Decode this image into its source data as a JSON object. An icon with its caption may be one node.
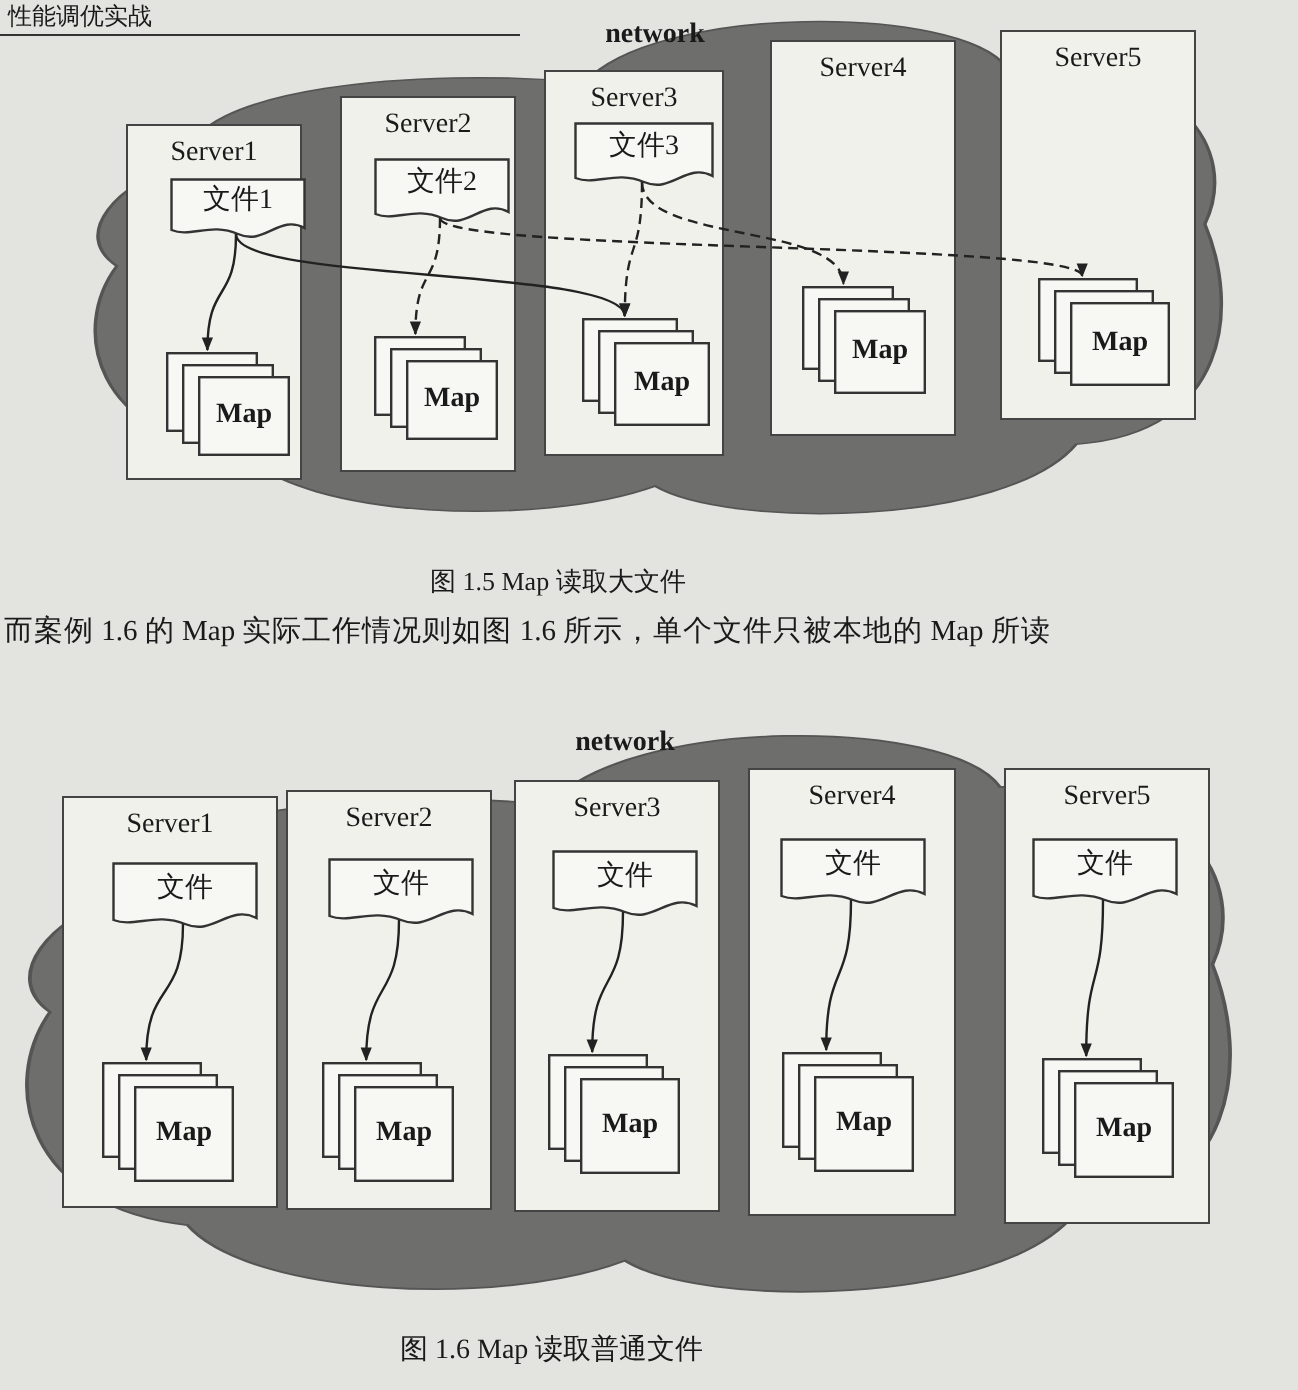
{
  "diagram": {
    "nodes": [
      {
        "text": [
          "network"
        ]
      },
      {
        "text": [
          "Server1"
        ],
        "in": 0
      },
      {
        "text": [
          "Server2"
        ],
        "in": 0
      },
      {
        "text": [
          "Server3"
        ],
        "in": 0
      },
      {
        "text": [
          "Server4"
        ],
        "in": 0
      },
      {
        "text": [
          "Server5"
        ],
        "in": 0
      },
      {
        "text": [
          "文件1"
        ],
        "in": 1
      },
      {
        "text": [
          "Map"
        ],
        "in": 1
      },
      {
        "text": [
          "文件2"
        ],
        "in": 2
      },
      {
        "text": [
          "Map"
        ],
        "in": 2
      },
      {
        "text": [
          "文件3"
        ],
        "in": 3
      },
      {
        "text": [
          "Map"
        ],
        "in": 3
      },
      {
        "text": [
          "Map"
        ],
        "in": 4
      },
      {
        "text": [
          "Map"
        ],
        "in": 5
      },
      {
        "text": [
          "network"
        ]
      },
      {
        "text": [
          "Server1"
        ],
        "in": 14
      },
      {
        "text": [
          "Server2"
        ],
        "in": 14
      },
      {
        "text": [
          "Server3"
        ],
        "in": 14
      },
      {
        "text": [
          "Server4"
        ],
        "in": 14
      },
      {
        "text": [
          "Server5"
        ],
        "in": 14
      },
      {
        "text": [
          "文件"
        ],
        "in": 15
      },
      {
        "text": [
          "Map"
        ],
        "in": 15
      },
      {
        "text": [
          "文件"
        ],
        "in": 16
      },
      {
        "text": [
          "Map"
        ],
        "in": 16
      },
      {
        "text": [
          "文件"
        ],
        "in": 17
      },
      {
        "text": [
          "Map"
        ],
        "in": 17
      },
      {
        "text": [
          "文件"
        ],
        "in": 18
      },
      {
        "text": [
          "Map"
        ],
        "in": 18
      },
      {
        "text": [
          "文件"
        ],
        "in": 19
      },
      {
        "text": [
          "Map"
        ],
        "in": 19
      }
    ],
    "edges": [
      {
        "from": 6,
        "to": 7,
        "arrow": "to"
      },
      {
        "from": 6,
        "to": 11,
        "arrow": "to"
      },
      {
        "from": 8,
        "to": 9,
        "arrow": "to",
        "style": "dashed"
      },
      {
        "from": 8,
        "to": 13,
        "arrow": "to",
        "style": "dashed"
      },
      {
        "from": 10,
        "to": 11,
        "arrow": "to",
        "style": "dashed"
      },
      {
        "from": 10,
        "to": 12,
        "arrow": "to",
        "style": "dashed"
      },
      {
        "from": 20,
        "to": 21,
        "arrow": "to"
      },
      {
        "from": 22,
        "to": 23,
        "arrow": "to"
      },
      {
        "from": 24,
        "to": 25,
        "arrow": "to"
      },
      {
        "from": 26,
        "to": 27,
        "arrow": "to"
      },
      {
        "from": 28,
        "to": 29,
        "arrow": "to"
      }
    ],
    "labels": [
      "性能调优实战",
      "图 1.5 Map 读取大文件",
      "而案例 1.6 的 Map 实际工作情况则如图 1.6 所示，单个文件只被本地的 Map 所读",
      "图 1.6 Map 读取普通文件"
    ]
  }
}
